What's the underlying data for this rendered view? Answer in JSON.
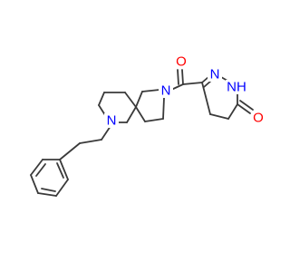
{
  "diagram": {
    "type": "chemical-structure",
    "atoms": [
      {
        "label": "O",
        "color": "#ff0000"
      },
      {
        "label": "N",
        "color": "#0000ff"
      },
      {
        "label": "N",
        "color": "#0000ff"
      },
      {
        "label": "NH",
        "color": "#0000ff"
      },
      {
        "label": "O",
        "color": "#ff0000"
      },
      {
        "label": "N",
        "color": "#0000ff"
      }
    ],
    "bond_color": "#3a3a3a"
  }
}
